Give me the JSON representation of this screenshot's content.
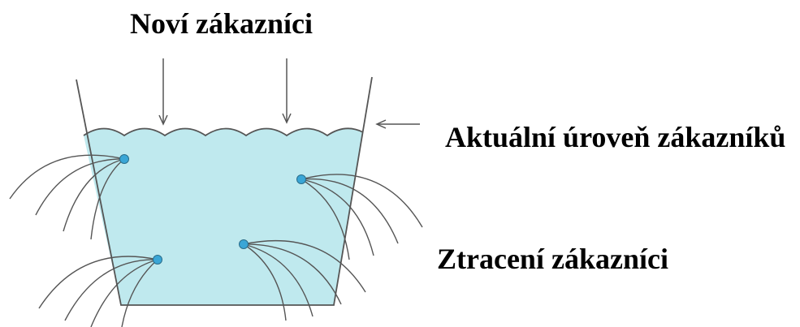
{
  "labels": {
    "new_customers": "Noví zákazníci",
    "current_level": "Aktuální úroveň zákazníků",
    "lost_customers": "Ztracení zákazníci"
  },
  "colors": {
    "water": "#bfe9ee",
    "outline": "#555555",
    "hole": "#3aa6d6",
    "leak": "#555555",
    "text": "#000000"
  }
}
